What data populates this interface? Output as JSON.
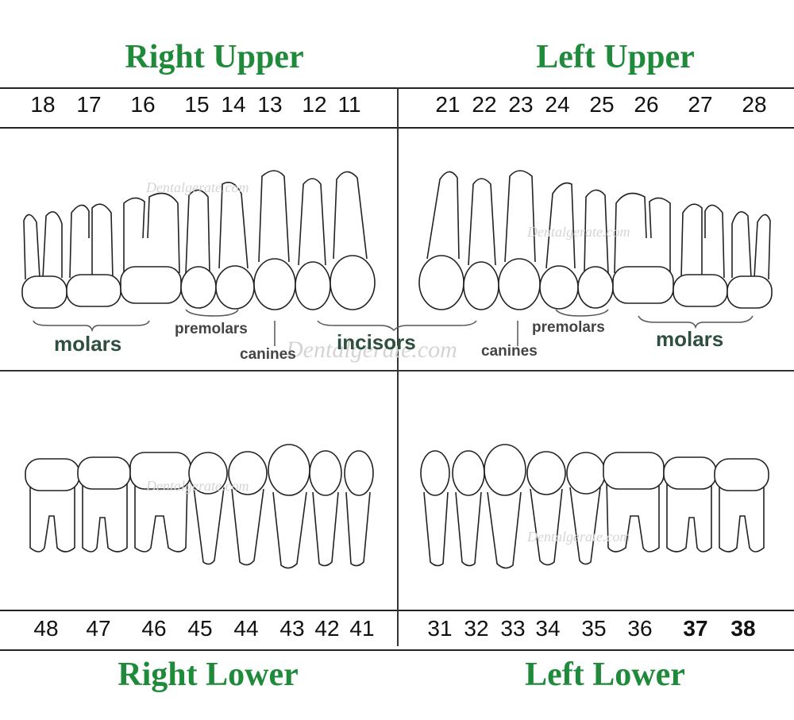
{
  "quadrants": {
    "right_upper": "Right Upper",
    "left_upper": "Left Upper",
    "right_lower": "Right Lower",
    "left_lower": "Left Lower"
  },
  "upper_numbers": [
    "18",
    "17",
    "16",
    "15",
    "14",
    "13",
    "12",
    "11",
    "21",
    "22",
    "23",
    "24",
    "25",
    "26",
    "27",
    "28"
  ],
  "lower_numbers": [
    "48",
    "47",
    "46",
    "45",
    "44",
    "43",
    "42",
    "41",
    "31",
    "32",
    "33",
    "34",
    "35",
    "36",
    "37",
    "38"
  ],
  "labels": {
    "molars": "molars",
    "premolars": "premolars",
    "canines": "canines",
    "incisors": "incisors"
  },
  "watermark": "Dentalgerate.com",
  "colors": {
    "title_green": "#1f8a3a",
    "line": "#222222"
  }
}
